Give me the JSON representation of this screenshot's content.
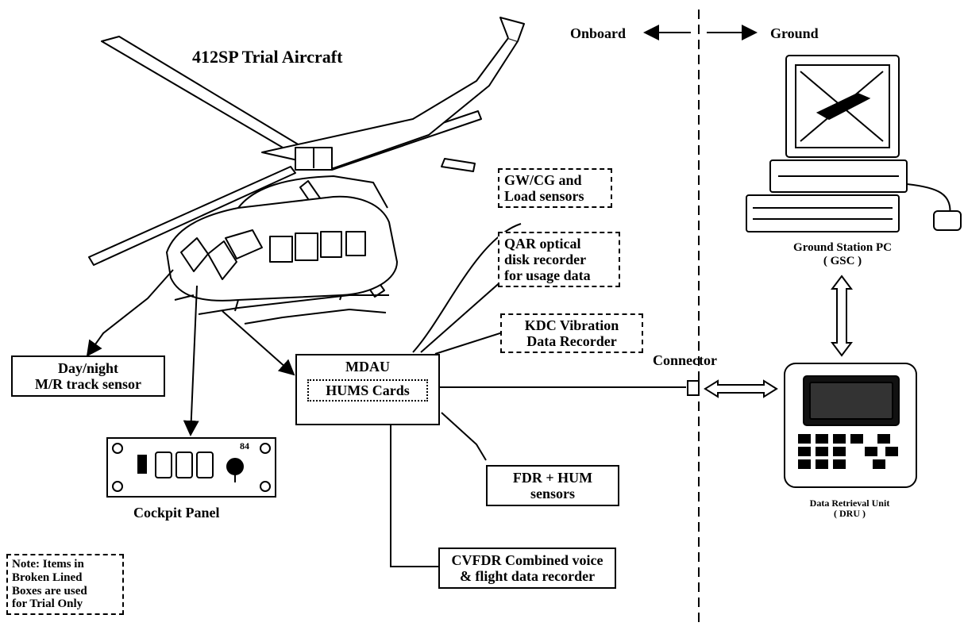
{
  "title": "412SP Trial Aircraft",
  "divider": {
    "onboard": "Onboard",
    "ground": "Ground"
  },
  "boxes": {
    "gwcg": [
      "GW/CG and",
      "Load sensors"
    ],
    "qar": [
      "QAR optical",
      "disk recorder",
      "for usage data"
    ],
    "kdc": [
      "KDC Vibration",
      "Data  Recorder"
    ],
    "daynight": [
      "Day/night",
      "M/R track sensor"
    ],
    "mdau": "MDAU",
    "hums_cards": "HUMS Cards",
    "fdr": [
      "FDR + HUM",
      "sensors"
    ],
    "cvfdr": [
      "CVFDR Combined voice",
      "& flight data recorder"
    ],
    "note": [
      "Note: Items in",
      "Broken  Lined",
      "Boxes are used",
      "for Trial Only"
    ]
  },
  "labels": {
    "cockpit_panel": "Cockpit Panel",
    "connector": "Connector",
    "gsc": [
      "Ground Station PC",
      "( GSC )"
    ],
    "dru": [
      "Data Retrieval Unit",
      "( DRU )"
    ],
    "panel_code": "84"
  }
}
